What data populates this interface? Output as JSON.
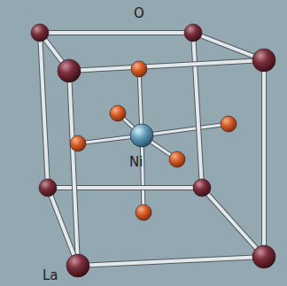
{
  "diagram": {
    "labels": [
      "O",
      "Ni",
      "La"
    ]
  }
}
